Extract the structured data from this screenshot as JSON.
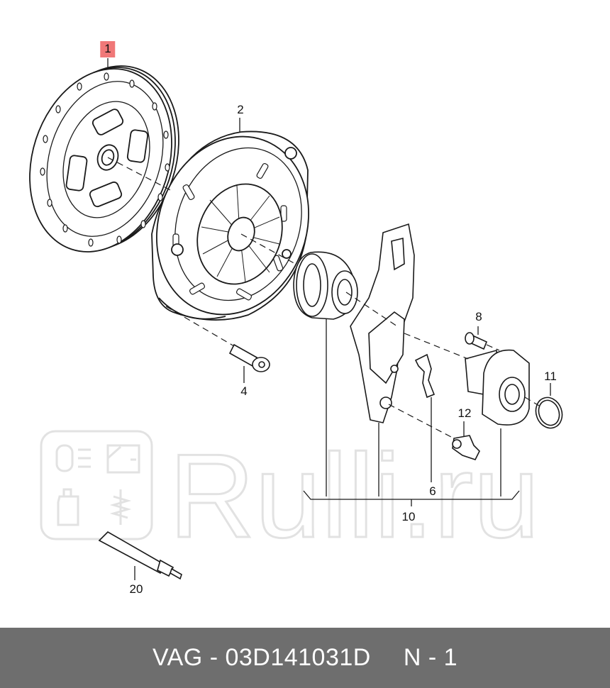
{
  "callouts": {
    "c1": "1",
    "c2": "2",
    "c4": "4",
    "c6": "6",
    "c8": "8",
    "c10": "10",
    "c11": "11",
    "c12": "12",
    "c20": "20"
  },
  "watermark": {
    "text": "Rulli.ru"
  },
  "footer": {
    "part_number": "VAG - 03D141031D",
    "position_label": "N - 1"
  },
  "colors": {
    "highlight": "#f07878",
    "footer_bg": "#6e6e6e",
    "watermark": "#e2e2e2"
  }
}
